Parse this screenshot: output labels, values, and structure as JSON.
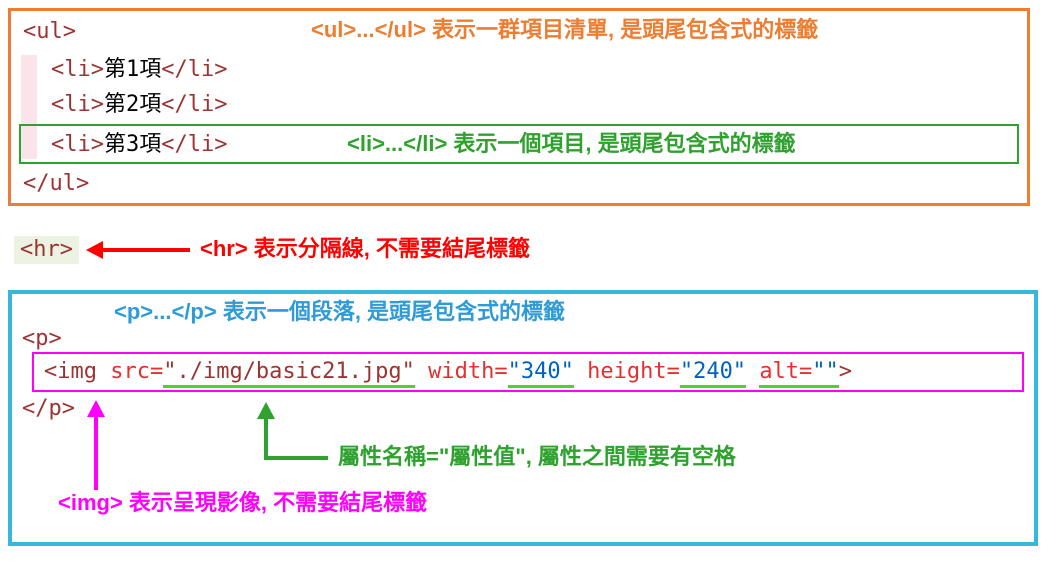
{
  "colors": {
    "orange": "#ED7D31",
    "green": "#2EA12E",
    "bright_green": "#4CD42C",
    "red": "#FF0000",
    "cyan": "#35B8DB",
    "blue": "#2E9BD6",
    "magenta": "#FF00FF",
    "code": "#9C3434",
    "attr_red": "#E53030",
    "value_blue": "#0063C1",
    "pink_strip": "#FBE3EA",
    "hr_highlight": "#EDF3E3"
  },
  "ul_block": {
    "open": "<ul>",
    "close": "</ul>",
    "annotation": "<ul>...</ul> 表示一群項目清單, 是頭尾包含式的標籤",
    "li_annotation": "<li>...</li> 表示一個項目, 是頭尾包含式的標籤",
    "items": [
      {
        "open": "<li>",
        "text": "第1項",
        "close": "</li>"
      },
      {
        "open": "<li>",
        "text": "第2項",
        "close": "</li>"
      },
      {
        "open": "<li>",
        "text": "第3項",
        "close": "</li>"
      }
    ]
  },
  "hr_block": {
    "code": "<hr>",
    "annotation": "<hr> 表示分隔線, 不需要結尾標籤"
  },
  "p_block": {
    "annotation": "<p>...</p> 表示一個段落, 是頭尾包含式的標籤",
    "open": "<p>",
    "close": "</p>",
    "img_tokens": [
      {
        "t": "<img "
      },
      {
        "t": "src="
      },
      {
        "t": "\"./img/basic21.jpg\""
      },
      {
        "t": " "
      },
      {
        "t": "width="
      },
      {
        "t": "\"340\""
      },
      {
        "t": " "
      },
      {
        "t": "height="
      },
      {
        "t": "\"240\""
      },
      {
        "t": " "
      },
      {
        "t": "alt="
      },
      {
        "t": "\"\""
      },
      {
        "t": ">"
      }
    ],
    "attr_annotation": "屬性名稱=\"屬性值\", 屬性之間需要有空格",
    "img_annotation": "<img> 表示呈現影像, 不需要結尾標籤"
  }
}
